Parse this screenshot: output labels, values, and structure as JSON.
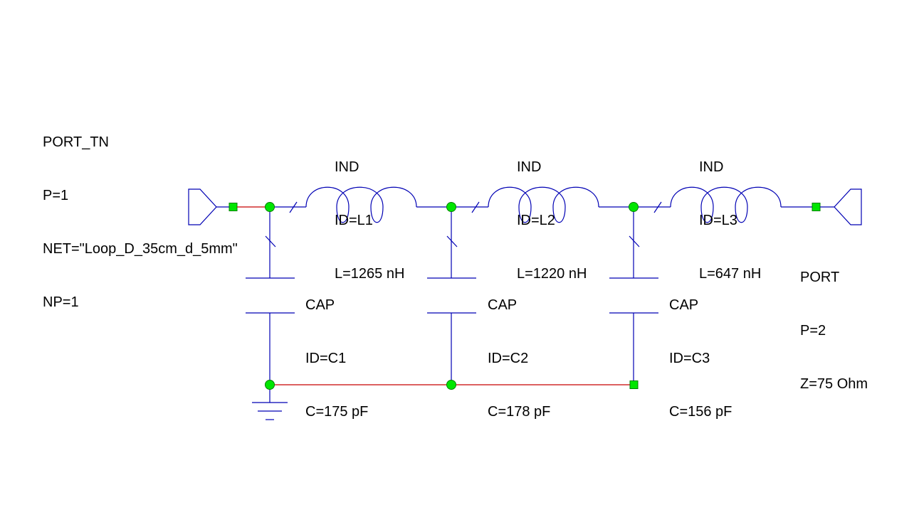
{
  "colors": {
    "background": "#ffffff",
    "component": "#0000b4",
    "wire": "#c80000",
    "node": "#00e600",
    "node_outline": "#008000",
    "text": "#000000"
  },
  "port1": {
    "type": "PORT_TN",
    "p": "P=1",
    "net": "NET=\"Loop_D_35cm_d_5mm\"",
    "np": "NP=1"
  },
  "inductors": [
    {
      "type": "IND",
      "id": "ID=L1",
      "value": "L=1265 nH"
    },
    {
      "type": "IND",
      "id": "ID=L2",
      "value": "L=1220 nH"
    },
    {
      "type": "IND",
      "id": "ID=L3",
      "value": "L=647 nH"
    }
  ],
  "capacitors": [
    {
      "type": "CAP",
      "id": "ID=C1",
      "value": "C=175 pF"
    },
    {
      "type": "CAP",
      "id": "ID=C2",
      "value": "C=178 pF"
    },
    {
      "type": "CAP",
      "id": "ID=C3",
      "value": "C=156 pF"
    }
  ],
  "port2": {
    "type": "PORT",
    "p": "P=2",
    "z": "Z=75 Ohm"
  },
  "ground": {
    "icon": "ground-icon"
  }
}
